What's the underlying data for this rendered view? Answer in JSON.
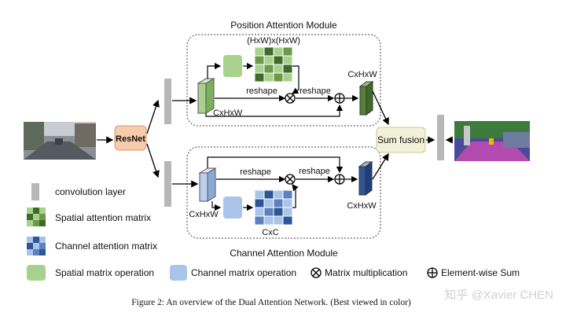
{
  "modules": {
    "position_title": "Position Attention Module",
    "channel_title": "Channel Attention Module"
  },
  "labels": {
    "hw_x_hw": "(HxW)x(HxW)",
    "cxhxw_pos_in": "CxHxW",
    "cxhxw_pos_out": "CxHxW",
    "cxhxw_ch_in": "CxHxW",
    "cxhxw_ch_out": "CxHxW",
    "cxc": "CxC",
    "reshape_pos_1": "reshape",
    "reshape_pos_2": "reshape",
    "reshape_ch_1": "reshape",
    "reshape_ch_2": "reshape",
    "resnet": "ResNet",
    "sum_fusion": "Sum fusion"
  },
  "legend": {
    "convolution_layer": "convolution layer",
    "spatial_attention_matrix": "Spatial attention matrix",
    "channel_attention_matrix": "Channel attention matrix",
    "spatial_matrix_operation": "Spatial matrix operation",
    "channel_matrix_operation": "Channel matrix operation",
    "matrix_multiplication": "Matrix multiplication",
    "element_wise_sum": "Element-wise Sum"
  },
  "caption": "Figure 2: An overview of the Dual Attention Network. (Best viewed in color)",
  "watermark": "知乎 @Xavier CHEN",
  "colors": {
    "spatial_green": "#a9d18e",
    "spatial_dark": "#548235",
    "channel_blue": "#a9c4e8",
    "channel_dark": "#2e5597",
    "resnet_fill": "#f8cbad",
    "fusion_fill": "#f2f2d9",
    "conv_gray": "#b7b7b7"
  }
}
